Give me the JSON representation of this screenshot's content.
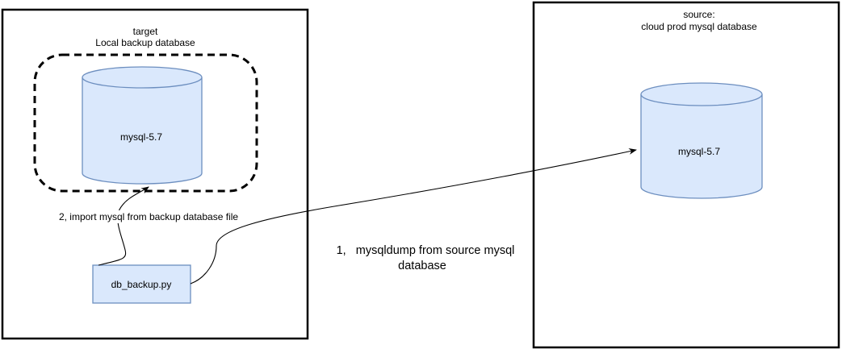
{
  "target": {
    "label_line1": "target",
    "label_line2": "Local  backup database",
    "db_label": "mysql-5.7"
  },
  "source": {
    "label_line1": "source:",
    "label_line2": "cloud prod mysql database",
    "db_label": "mysql-5.7"
  },
  "script_box": {
    "label": "db_backup.py"
  },
  "steps": {
    "import_label": "2, import mysql from backup database file",
    "dump_line1": "1,   mysqldump from source mysql",
    "dump_line2": "database"
  },
  "colors": {
    "cylinder_fill": "#dae8fc",
    "cylinder_stroke": "#6c8ebf",
    "script_fill": "#dae8fc",
    "frame_stroke": "#000000"
  }
}
